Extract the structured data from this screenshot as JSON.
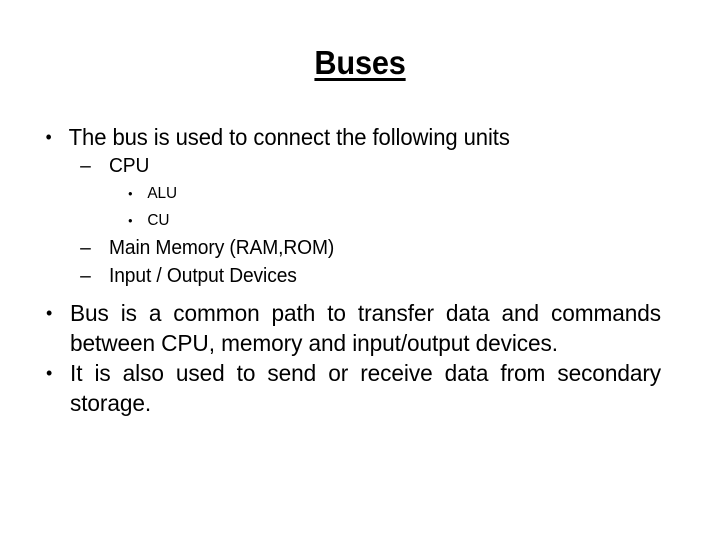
{
  "slide": {
    "title": "Buses",
    "background_color": "#ffffff",
    "text_color": "#000000",
    "bullets": {
      "level1_marker": "•",
      "level2_marker": "–",
      "level3_marker": "•"
    },
    "content": [
      {
        "level": 1,
        "text": "The bus is used to connect the following units"
      },
      {
        "level": 2,
        "text": "CPU"
      },
      {
        "level": 3,
        "text": "ALU"
      },
      {
        "level": 3,
        "text": "CU"
      },
      {
        "level": 2,
        "text": "Main Memory (RAM,ROM)"
      },
      {
        "level": 2,
        "text": "Input / Output Devices"
      },
      {
        "level": 1,
        "text": "Bus is a common path to transfer data and commands between CPU, memory and input/output devices."
      },
      {
        "level": 1,
        "text": "It is also used to send or receive data from secondary storage."
      }
    ]
  }
}
